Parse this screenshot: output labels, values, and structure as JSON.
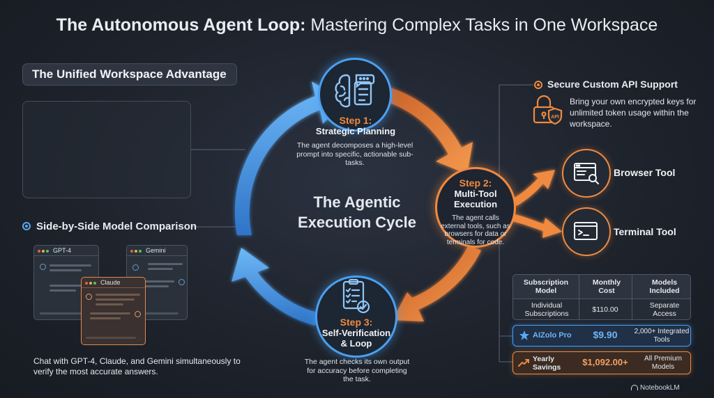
{
  "title": {
    "strong": "The Autonomous Agent Loop:",
    "rest": " Mastering Complex Tasks in One Workspace"
  },
  "left_panel": {
    "heading": "The Unified Workspace Advantage",
    "comparison_heading": "Side-by-Side Model Comparison",
    "windows": {
      "gpt": "GPT-4",
      "gemini": "Gemini",
      "claude": "Claude"
    },
    "caption": "Chat with GPT-4, Claude, and Gemini simultaneously to verify the most accurate answers."
  },
  "center": {
    "title_line1": "The Agentic",
    "title_line2": "Execution Cycle"
  },
  "steps": [
    {
      "number": "Step 1:",
      "name": "Strategic Planning",
      "description": "The agent decomposes a high-level prompt into specific, actionable sub-tasks."
    },
    {
      "number": "Step 2:",
      "name_line1": "Multi-Tool",
      "name_line2": "Execution",
      "description": "The agent calls external tools, such as browsers for data or terminals for code."
    },
    {
      "number": "Step 3:",
      "name_line1": "Self-Verification",
      "name_line2": "& Loop",
      "description": "The agent checks its own output for accuracy before completing the task."
    }
  ],
  "right_panel": {
    "api_heading": "Secure Custom API Support",
    "api_description": "Bring your own encrypted keys for unlimited token usage within the workspace.",
    "api_badge": "API",
    "tools": [
      "Browser Tool",
      "Terminal Tool"
    ]
  },
  "pricing_table": {
    "headers": [
      "Subscription Model",
      "Monthly Cost",
      "Models Included"
    ],
    "row": [
      "Individual Subscriptions",
      "$110.00",
      "Separate Access"
    ],
    "pro": {
      "name": "AIZolo Pro",
      "price": "$9.90",
      "models": "2,000+ Integrated Tools"
    },
    "savings": {
      "label": "Yearly Savings",
      "amount": "$1,092.00+",
      "models": "All Premium Models"
    }
  },
  "footer": {
    "brand": "NotebookLM"
  },
  "colors": {
    "blue": "#4aa0f0",
    "orange": "#f08a40",
    "background": "#1e232c"
  },
  "icons": [
    "brain-icon",
    "checklist-icon",
    "padlock-icon",
    "browser-icon",
    "terminal-icon",
    "star-icon",
    "trend-up-icon"
  ]
}
